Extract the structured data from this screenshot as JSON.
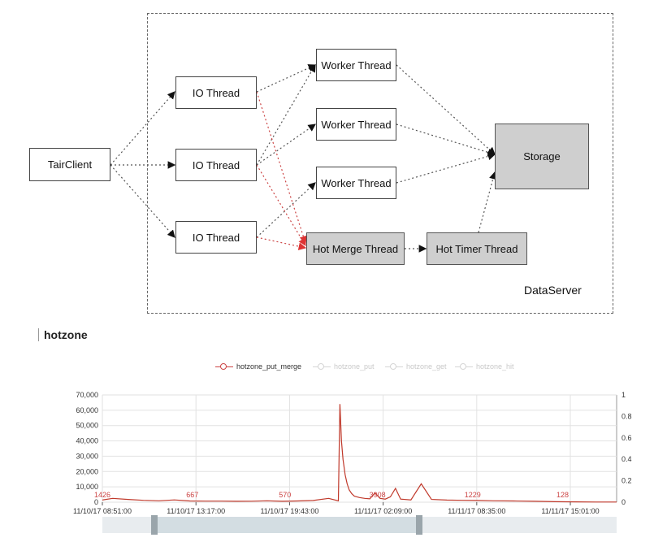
{
  "diagram": {
    "frame_label": "DataServer",
    "client": "TairClient",
    "io_threads": [
      "IO Thread",
      "IO Thread",
      "IO Thread"
    ],
    "worker_threads": [
      "Worker Thread",
      "Worker Thread",
      "Worker Thread"
    ],
    "hot_merge": "Hot Merge Thread",
    "hot_timer": "Hot Timer Thread",
    "storage": "Storage"
  },
  "section_title": "hotzone",
  "chart_data": {
    "type": "line",
    "legend": [
      "hotzone_put_merge",
      "hotzone_put",
      "hotzone_get",
      "hotzone_hit"
    ],
    "legend_active": "hotzone_put_merge",
    "left_axis_ticks": [
      "0",
      "10,000",
      "20,000",
      "30,000",
      "40,000",
      "50,000",
      "60,000",
      "70,000"
    ],
    "right_axis_ticks": [
      "0",
      "0.2",
      "0.4",
      "0.6",
      "0.8",
      "1"
    ],
    "ylim": [
      0,
      70000
    ],
    "x_tick_labels": [
      "11/10/17 08:51:00",
      "11/10/17 13:17:00",
      "11/10/17 19:43:00",
      "11/11/17 02:09:00",
      "11/11/17 08:35:00",
      "11/11/17 15:01:00"
    ],
    "annotations": [
      "1426",
      "667",
      "570",
      "3908",
      "1229",
      "128"
    ],
    "series": [
      {
        "name": "hotzone_put_merge",
        "color": "#c0392b",
        "x": [
          0.0,
          0.02,
          0.05,
          0.08,
          0.11,
          0.14,
          0.17,
          0.2,
          0.23,
          0.26,
          0.29,
          0.32,
          0.35,
          0.38,
          0.41,
          0.44,
          0.459,
          0.462,
          0.465,
          0.468,
          0.472,
          0.476,
          0.48,
          0.485,
          0.49,
          0.5,
          0.51,
          0.52,
          0.53,
          0.54,
          0.55,
          0.56,
          0.57,
          0.58,
          0.6,
          0.62,
          0.64,
          0.67,
          0.7,
          0.73,
          0.76,
          0.8,
          0.84,
          0.88,
          0.92,
          0.96,
          1.0
        ],
        "values": [
          1426,
          2500,
          1800,
          1200,
          900,
          1500,
          800,
          667,
          700,
          600,
          650,
          900,
          570,
          800,
          1100,
          2500,
          900,
          64000,
          40000,
          28000,
          18000,
          12000,
          8000,
          5500,
          3908,
          3000,
          2500,
          2200,
          6000,
          2500,
          2000,
          3500,
          9000,
          2000,
          1500,
          12000,
          1800,
          1400,
          1229,
          1100,
          900,
          800,
          600,
          300,
          200,
          128,
          100
        ]
      }
    ]
  }
}
